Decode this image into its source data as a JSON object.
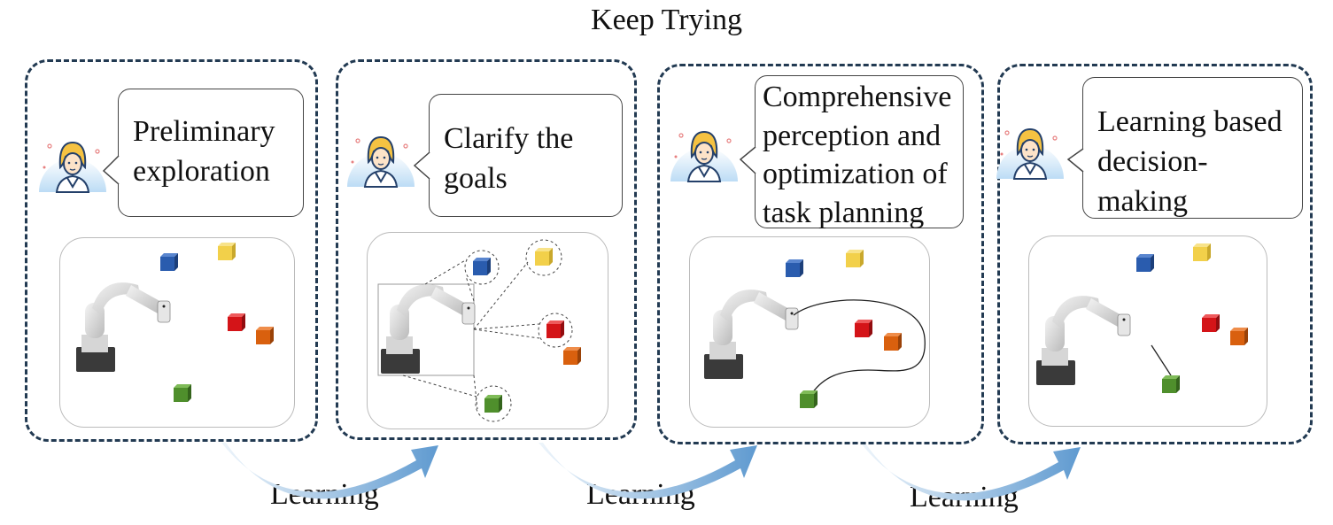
{
  "header": {
    "title": "Keep Trying"
  },
  "stages": [
    {
      "bubble_text": "Preliminary exploration"
    },
    {
      "bubble_text": "Clarify the goals"
    },
    {
      "bubble_text": "Comprehensive perception and optimization of task planning"
    },
    {
      "bubble_text": "Learning based decision-making"
    }
  ],
  "transitions": [
    {
      "label": "Learning"
    },
    {
      "label": "Learning"
    },
    {
      "label": "Learning"
    }
  ],
  "colors": {
    "panel_border": "#223a52",
    "arrow_gradient_start": "#eef5fb",
    "arrow_gradient_end": "#5f9ad0",
    "cube_blue": "#2a5cae",
    "cube_yellow": "#f2d04a",
    "cube_red": "#d41418",
    "cube_orange": "#d9600e",
    "cube_green": "#4f8f2c"
  }
}
